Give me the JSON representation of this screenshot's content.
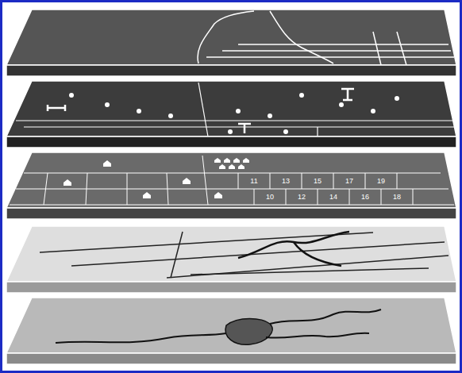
{
  "diagram": {
    "labels": [
      "11",
      "13",
      "15",
      "17",
      "19",
      "10",
      "12",
      "14",
      "16",
      "18"
    ]
  }
}
